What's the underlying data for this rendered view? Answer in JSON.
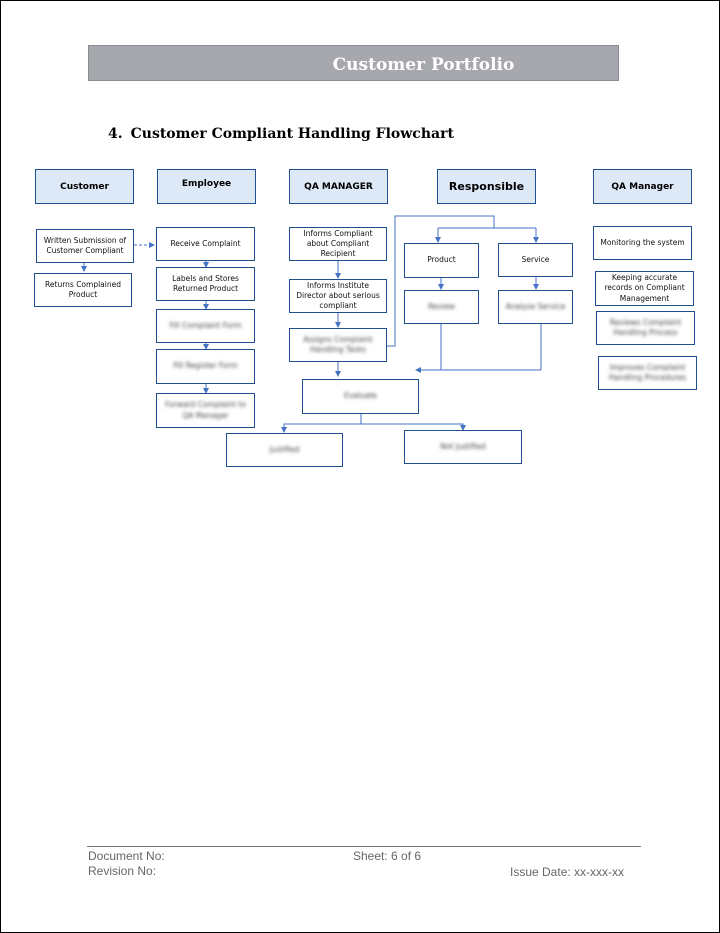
{
  "header": {
    "title": "Customer Portfolio"
  },
  "section": {
    "number": "4.",
    "title": "Customer Compliant Handling Flowchart"
  },
  "lanes": {
    "customer": "Customer",
    "employee": "Employee",
    "qa_manager": "QA MANAGER",
    "responsible": "Responsible",
    "qa_manager_2": "QA Manager"
  },
  "steps": {
    "written_submission": "Written Submission of Customer Compliant",
    "returns_complained": "Returns Complained Product",
    "receive_complaint": "Receive Complaint",
    "labels_stores": "Labels and Stores Returned Product",
    "employee_blur_1": "Fill Complaint Form",
    "employee_blur_2": "Fill Register Form",
    "employee_blur_3": "Forward Complaint to QA Manager",
    "informs_compliant": "Informs Compliant about Compliant Recipient",
    "informs_director": "Informs Institute Director about serious compliant",
    "qa_blur": "Assigns Complaint Handling Tasks",
    "product": "Product",
    "service": "Service",
    "product_blur": "Review",
    "service_blur": "Analyze Service",
    "evaluate_blur": "Evaluate",
    "justified_blur": "Justified",
    "not_justified_blur": "Not Justified",
    "monitoring": "Monitoring the system",
    "keeping_records": "Keeping accurate records on Compliant Management",
    "qa2_blur_1": "Reviews Complaint Handling Process",
    "qa2_blur_2": "Improves Complaint Handling Procedures"
  },
  "footer": {
    "document_no": "Document No:",
    "revision_no": "Revision No:",
    "sheet": "Sheet: 6 of 6",
    "issue_date": "Issue Date: xx-xxx-xx"
  },
  "colors": {
    "lane_fill": "#dde9f6",
    "border": "#1f4f8f",
    "arrow": "#4472c4",
    "banner": "#a6a8ad"
  }
}
